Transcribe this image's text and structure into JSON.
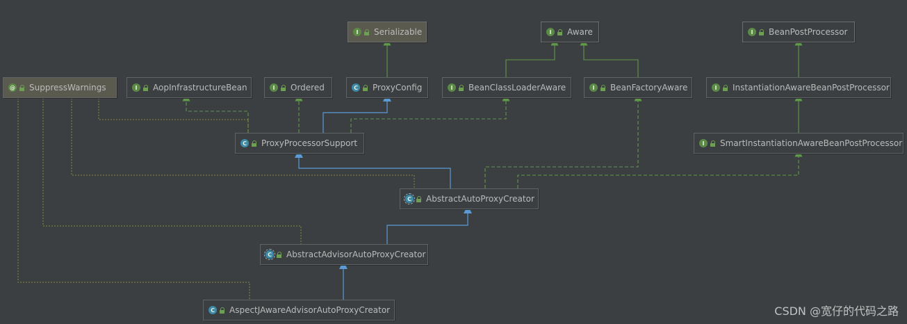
{
  "nodes": {
    "serializable": {
      "label": "Serializable",
      "kind": "I"
    },
    "aware": {
      "label": "Aware",
      "kind": "I"
    },
    "bean_post_processor": {
      "label": "BeanPostProcessor",
      "kind": "I"
    },
    "suppress_warnings": {
      "label": "SuppressWarnings",
      "kind": "@"
    },
    "aop_infrastructure_bean": {
      "label": "AopInfrastructureBean",
      "kind": "I"
    },
    "ordered": {
      "label": "Ordered",
      "kind": "I"
    },
    "proxy_config": {
      "label": "ProxyConfig",
      "kind": "C"
    },
    "bean_class_loader_aware": {
      "label": "BeanClassLoaderAware",
      "kind": "I"
    },
    "bean_factory_aware": {
      "label": "BeanFactoryAware",
      "kind": "I"
    },
    "instantiation_aware_bpp": {
      "label": "InstantiationAwareBeanPostProcessor",
      "kind": "I"
    },
    "proxy_processor_support": {
      "label": "ProxyProcessorSupport",
      "kind": "C"
    },
    "smart_instantiation_aware_bpp": {
      "label": "SmartInstantiationAwareBeanPostProcessor",
      "kind": "I"
    },
    "abstract_auto_proxy_creator": {
      "label": "AbstractAutoProxyCreator",
      "kind": "C"
    },
    "abstract_advisor_auto_proxy_creator": {
      "label": "AbstractAdvisorAutoProxyCreator",
      "kind": "C"
    },
    "aspectj_aware_advisor_auto_proxy_creator": {
      "label": "AspectJAwareAdvisorAutoProxyCreator",
      "kind": "C"
    }
  },
  "colors": {
    "background": "#3c3f41",
    "extends_edge": "#5a9bd5",
    "implements_edge": "#5f9a48",
    "annotation_edge": "#8c8b3e",
    "text": "#bbbbbb"
  },
  "watermark": "CSDN @宽仔的代码之路"
}
